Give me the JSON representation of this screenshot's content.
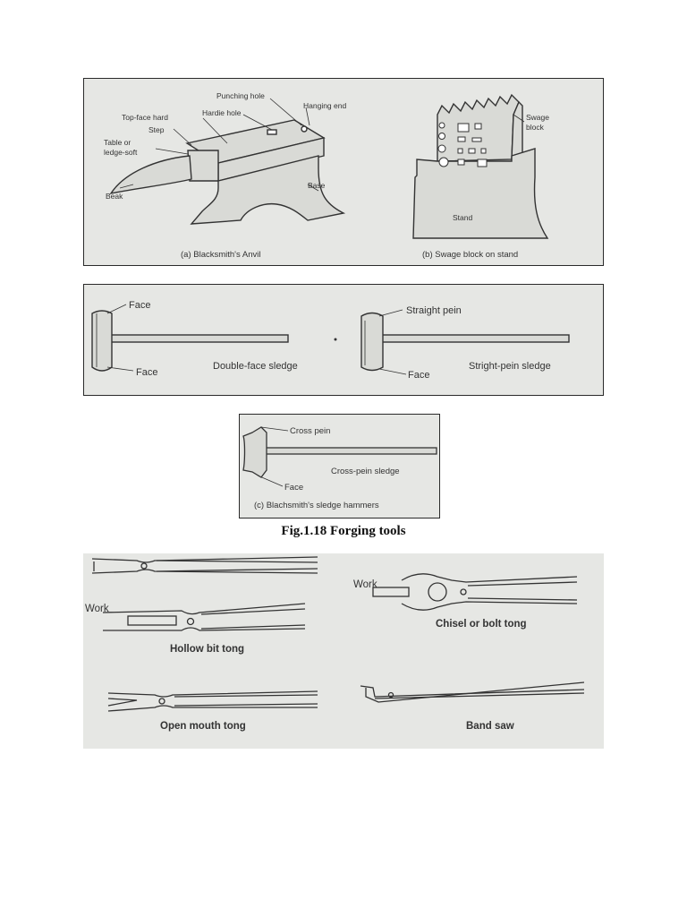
{
  "panel1": {
    "labels": {
      "punching_hole": "Punching hole",
      "hanging_end": "Hanging end",
      "hardie_hole": "Hardie hole",
      "top_face": "Top-face hard",
      "step": "Step",
      "table_line1": "Table or",
      "table_line2": "ledge-soft",
      "beak": "Beak",
      "base": "Base",
      "swage_line1": "Swage",
      "swage_line2": "block",
      "stand": "Stand"
    },
    "caption_a": "(a) Blacksmith's Anvil",
    "caption_b": "(b) Swage block on stand"
  },
  "panel2": {
    "face_top": "Face",
    "face_bottom": "Face",
    "double_face": "Double-face sledge",
    "straight_pein": "Straight pein",
    "face_right": "Face",
    "stright_pein_sledge": "Stright-pein sledge"
  },
  "panel3": {
    "cross_pein": "Cross pein",
    "cross_pein_sledge": "Cross-pein sledge",
    "face": "Face",
    "caption_c": "(c) Blachsmith's sledge hammers"
  },
  "figure_caption": "Fig.1.18 Forging tools",
  "panel4": {
    "work_left": "Work",
    "hollow_bit": "Hollow bit tong",
    "open_mouth": "Open mouth tong",
    "work_right": "Work",
    "chisel_tong": "Chisel or bolt tong",
    "band_saw": "Band saw"
  }
}
